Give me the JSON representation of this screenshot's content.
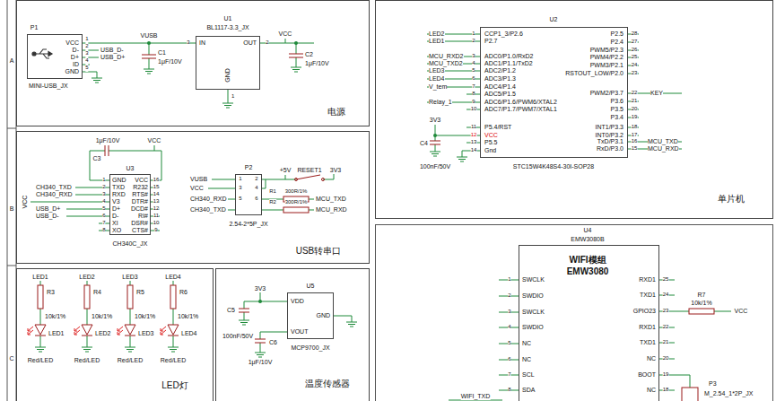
{
  "diagram": {
    "nodes": [
      {
        "text": [
          "电源"
        ]
      },
      {
        "text": [
          "P1",
          "MINI-USB_JX"
        ],
        "in": 0
      },
      {
        "text": [
          "U1",
          "BL1117-3.3_JX"
        ],
        "in": 0
      },
      {
        "text": [
          "USB转串口"
        ]
      },
      {
        "text": [
          "U3",
          "CH340C_JX"
        ],
        "in": 3
      },
      {
        "text": [
          "P2",
          "2.54-2*5P_JX"
        ],
        "in": 3
      },
      {
        "text": [
          "单片机"
        ]
      },
      {
        "text": [
          "U2",
          "STC15W4K48S4-30I-SOP28"
        ],
        "in": 6
      },
      {
        "text": [
          "LED灯"
        ]
      },
      {
        "text": [
          "温度传感器"
        ]
      },
      {
        "text": [
          "U5",
          "MCP9700_JX"
        ],
        "in": 9
      },
      {
        "text": [
          "U4",
          "EMW3080B",
          "WIFI模组 EMW3080"
        ]
      }
    ],
    "edges": [
      {
        "from": 1,
        "to": 2,
        "arrow": "none",
        "label": "VUSB"
      }
    ],
    "labels": [
      "A",
      "B",
      "C",
      "VCC",
      "D-",
      "D+",
      "ID",
      "GND",
      "1",
      "2",
      "3",
      "4",
      "5",
      "USB_D-",
      "USB_D+",
      "IN",
      "OUT",
      "3",
      "2",
      "GND",
      "1",
      "C1",
      "1μF/10V",
      "VCC",
      "C2",
      "1μF/10V",
      "1μF/10V",
      "C3",
      "VCC",
      "GND",
      "TXD",
      "RXD",
      "V3",
      "D+",
      "D-",
      "XI",
      "XO",
      "VCC",
      "R232",
      "RTS#",
      "DTR#",
      "DCD#",
      "RI#",
      "DSR#",
      "CTS#",
      "1",
      "2",
      "3",
      "4",
      "5",
      "6",
      "7",
      "8",
      "16",
      "15",
      "14",
      "13",
      "12",
      "11",
      "10",
      "9",
      "CH340_TXD",
      "CH340_RXD",
      "VCC",
      "USB_D+",
      "USB_D-",
      "VUSB",
      "VCC",
      "CH340_RXD",
      "CH340_TXD",
      "1",
      "2",
      "3",
      "4",
      "5",
      "6",
      "+5V",
      "RESET1",
      "3V3",
      "R1",
      "300R/1%",
      "R2",
      "300R/1%",
      "MCU_TXD",
      "MCU_RXD",
      "CCP1_3/P2.6",
      "P2.7",
      "ADC0/P1.0/RxD2",
      "ADC1/P1.1/TxD2",
      "ADC2/P1.2",
      "ADC3/P1.3",
      "ADC4/P1.4",
      "ADC5/P1.5",
      "ADC6/P1.6/PWM6/XTAL2",
      "ADC7/P1.7/PWM7/XTAL1",
      "P5.4/RST",
      "VCC",
      "P5.5",
      "Gnd",
      "P2.5",
      "P2.4",
      "PWM5/P2.3",
      "PWM4/P2.2",
      "PWM3/P2.1",
      "RSTOUT_LOW/P2.0",
      "PWM2/P3.7",
      "P3.6",
      "P3.5",
      "P3.4",
      "INT1/P3.3",
      "INT0/P3.2",
      "TxD/P3.1",
      "RxD/P3.0",
      "1",
      "2",
      "3",
      "4",
      "5",
      "6",
      "7",
      "8",
      "9",
      "10",
      "11",
      "12",
      "13",
      "14",
      "28",
      "27",
      "26",
      "25",
      "24",
      "23",
      "22",
      "21",
      "20",
      "19",
      "18",
      "17",
      "16",
      "15",
      "LED2",
      "LED1",
      "MCU_RXD2",
      "MCU_TXD2",
      "LED3",
      "LED4",
      "V_tem",
      "Relay_1",
      "3V3",
      "C4",
      "100nF/50V",
      "KEY",
      "MCU_TXD",
      "MCU_RXD",
      "LED1",
      "LED2",
      "LED3",
      "LED4",
      "R3",
      "R4",
      "R5",
      "R6",
      "10k/1%",
      "10k/1%",
      "10k/1%",
      "10k/1%",
      "LED1",
      "LED2",
      "LED3",
      "LED4",
      "Red/LED",
      "Red/LED",
      "Red/LED",
      "Red/LED",
      "3V3",
      "VDD",
      "GND",
      "VOUT",
      "C5",
      "100nF/50V",
      "C6",
      "1μF/10V",
      "SWCLK",
      "SWDIO",
      "SWCLK",
      "SWDIO",
      "NC",
      "NC",
      "SCL",
      "SDA",
      "1",
      "2",
      "3",
      "4",
      "5",
      "6",
      "7",
      "8",
      "RXD1",
      "TXD1",
      "GPIO23",
      "RXD1",
      "TXD1",
      "NC",
      "BOOT",
      "NC",
      "25",
      "24",
      "23",
      "22",
      "21",
      "20",
      "19",
      "18",
      "R7",
      "10k/1%",
      "VCC",
      "P3",
      "M_2.54_1*2P_JX",
      "WIFI_TXD"
    ]
  }
}
